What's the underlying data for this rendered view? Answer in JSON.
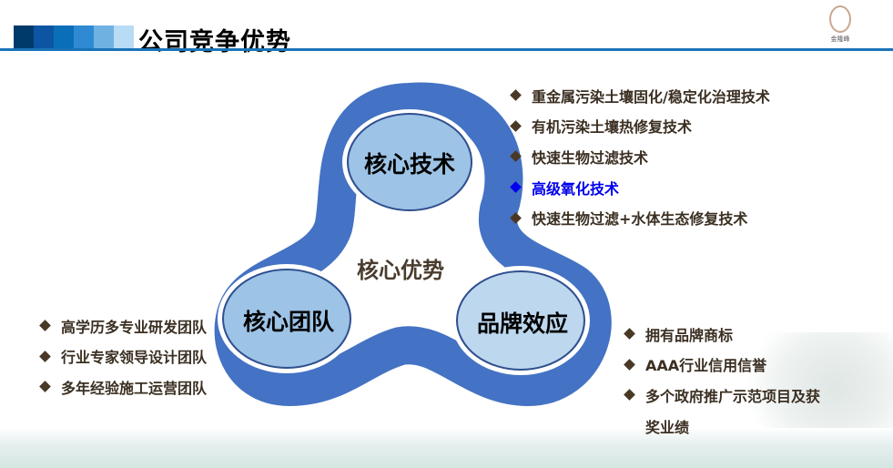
{
  "header": {
    "title": "公司竞争优势",
    "logo_text": "金隆峰",
    "bar_colors": [
      "#003a6b",
      "#0b55a3",
      "#0a6fb8",
      "#2f8ad3",
      "#6fb2e2",
      "#b7dcf4"
    ]
  },
  "diagram": {
    "center": "核心优势",
    "nodes": {
      "tech": "核心技术",
      "team": "核心团队",
      "brand": "品牌效应"
    },
    "colors": {
      "band": "#4472c4",
      "node_fill": "#9dc3e6",
      "node_stroke": "#2f4f8f"
    }
  },
  "tech_list": [
    {
      "text": "重金属污染土壤固化/稳定化治理技术",
      "highlight": false
    },
    {
      "text": "有机污染土壤热修复技术",
      "highlight": false
    },
    {
      "text": "快速生物过滤技术",
      "highlight": false
    },
    {
      "text": "高级氧化技术",
      "highlight": true
    },
    {
      "text": "快速生物过滤+水体生态修复技术",
      "highlight": false
    }
  ],
  "team_list": [
    "高学历多专业研发团队",
    "行业专家领导设计团队",
    "多年经验施工运营团队"
  ],
  "brand_list": [
    "拥有品牌商标",
    "AAA行业信用信誉",
    "多个政府推广示范项目及获",
    "奖业绩"
  ]
}
